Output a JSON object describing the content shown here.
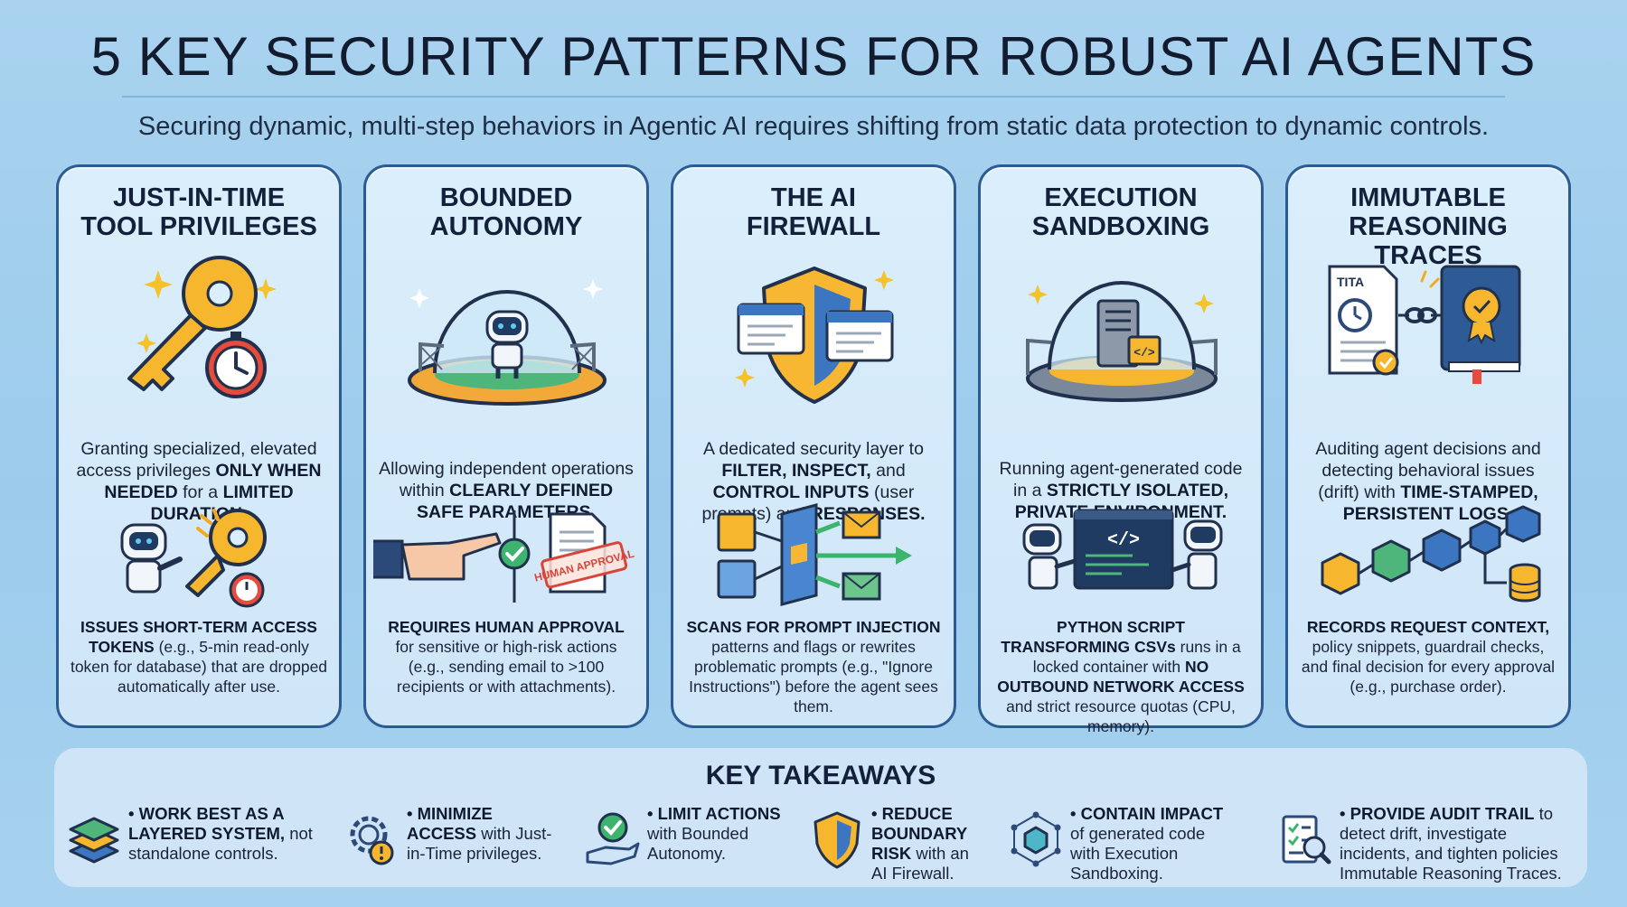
{
  "title": "5 KEY SECURITY PATTERNS FOR ROBUST AI AGENTS",
  "subtitle": "Securing dynamic, multi-step behaviors in Agentic AI requires shifting from static data protection to dynamic controls.",
  "cards": [
    {
      "title": "JUST-IN-TIME\nTOOL PRIVILEGES",
      "desc": [
        {
          "t": "Granting specialized, elevated access privileges ",
          "b": false
        },
        {
          "t": "ONLY WHEN NEEDED",
          "b": true
        },
        {
          "t": " for a ",
          "b": false
        },
        {
          "t": "LIMITED DURATION.",
          "b": true
        }
      ],
      "detail": [
        {
          "t": "ISSUES SHORT-TERM ACCESS TOKENS",
          "b": true
        },
        {
          "t": " (e.g., 5-min read-only token for database) that are dropped automatically after use.",
          "b": false
        }
      ],
      "icon_top": "key-stopwatch-icon",
      "icon_mid": "robot-key-icon"
    },
    {
      "title": "BOUNDED\nAUTONOMY",
      "desc": [
        {
          "t": "Allowing independent operations within ",
          "b": false
        },
        {
          "t": "CLEARLY DEFINED SAFE PARAMETERS.",
          "b": true
        }
      ],
      "detail": [
        {
          "t": "REQUIRES HUMAN APPROVAL",
          "b": true
        },
        {
          "t": " for sensitive or high-risk actions (e.g., sending email to >100 recipients or with attachments).",
          "b": false
        }
      ],
      "stamp_text": "HUMAN APPROVAL",
      "icon_top": "robot-dome-icon",
      "icon_mid": "human-approval-icon"
    },
    {
      "title": "THE AI\nFIREWALL",
      "desc": [
        {
          "t": "A dedicated security layer to ",
          "b": false
        },
        {
          "t": "FILTER, INSPECT,",
          "b": true
        },
        {
          "t": " and ",
          "b": false
        },
        {
          "t": "CONTROL INPUTS",
          "b": true
        },
        {
          "t": " (user prompts) and ",
          "b": false
        },
        {
          "t": "RESPONSES.",
          "b": true
        }
      ],
      "detail": [
        {
          "t": "SCANS FOR PROMPT INJECTION",
          "b": true
        },
        {
          "t": " patterns and flags or rewrites problematic prompts (e.g., \"Ignore Instructions\") before the agent sees them.",
          "b": false
        }
      ],
      "icon_top": "shield-firewall-icon",
      "icon_mid": "filter-flow-icon"
    },
    {
      "title": "EXECUTION\nSANDBOXING",
      "desc": [
        {
          "t": "Running agent-generated code in a ",
          "b": false
        },
        {
          "t": "STRICTLY ISOLATED, PRIVATE ENVIRONMENT.",
          "b": true
        }
      ],
      "detail": [
        {
          "t": "PYTHON SCRIPT TRANSFORMING CSVs",
          "b": true
        },
        {
          "t": " runs in a locked container with ",
          "b": false
        },
        {
          "t": "NO OUTBOUND NETWORK ACCESS",
          "b": true
        },
        {
          "t": " and strict resource quotas (CPU, memory).",
          "b": false
        }
      ],
      "icon_top": "server-dome-icon",
      "icon_mid": "robots-code-icon"
    },
    {
      "title": "IMMUTABLE\nREASONING TRACES",
      "desc": [
        {
          "t": "Auditing agent decisions and detecting behavioral issues (drift) with ",
          "b": false
        },
        {
          "t": "TIME-STAMPED, PERSISTENT LOGS.",
          "b": true
        }
      ],
      "detail": [
        {
          "t": "RECORDS REQUEST CONTEXT,",
          "b": true
        },
        {
          "t": " policy snippets, guardrail checks, and final decision for every approval (e.g., purchase order).",
          "b": false
        }
      ],
      "doc_label": "TITA",
      "icon_top": "document-ledger-icon",
      "icon_mid": "blockchain-icon"
    }
  ],
  "takeaways": {
    "title": "KEY TAKEAWAYS",
    "items": [
      {
        "icon": "layers-icon",
        "parts": [
          {
            "t": "• WORK BEST AS A LAYERED SYSTEM,",
            "b": true
          },
          {
            "t": " not standalone controls.",
            "b": false
          }
        ]
      },
      {
        "icon": "gear-warning-icon",
        "parts": [
          {
            "t": "• MINIMIZE ACCESS",
            "b": true
          },
          {
            "t": " with Just-in-Time privileges.",
            "b": false
          }
        ]
      },
      {
        "icon": "hand-check-icon",
        "parts": [
          {
            "t": "• LIMIT ACTIONS",
            "b": true
          },
          {
            "t": " with Bounded Autonomy.",
            "b": false
          }
        ]
      },
      {
        "icon": "shield-icon",
        "parts": [
          {
            "t": "• REDUCE BOUNDARY RISK",
            "b": true
          },
          {
            "t": " with an AI Firewall.",
            "b": false
          }
        ]
      },
      {
        "icon": "cube-network-icon",
        "parts": [
          {
            "t": "• CONTAIN IMPACT",
            "b": true
          },
          {
            "t": " of generated code with Execution Sandboxing.",
            "b": false
          }
        ]
      },
      {
        "icon": "audit-clipboard-icon",
        "parts": [
          {
            "t": "• PROVIDE AUDIT TRAIL",
            "b": true
          },
          {
            "t": " to detect drift, investigate incidents, and tighten policies Immutable Reasoning Traces.",
            "b": false
          }
        ]
      }
    ]
  }
}
